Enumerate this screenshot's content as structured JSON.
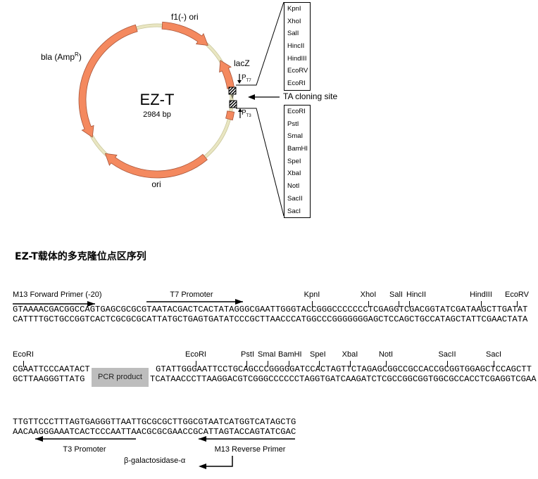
{
  "plasmid": {
    "name": "EZ-T",
    "size": "2984 bp",
    "features": {
      "f1_ori": "f1(-) ori",
      "bla": "bla (Amp",
      "bla_sup": "R",
      "bla_close": ")",
      "lacz": "lacZ",
      "ori": "ori"
    },
    "promoters": {
      "p": "P",
      "t7": "T7",
      "t3": "T3"
    },
    "ta_site": "TA cloning site",
    "mcs_upper": [
      "KpnI",
      "XhoI",
      "SalI",
      "HincII",
      "HindIII",
      "EcoRV",
      "EcoRI"
    ],
    "mcs_lower": [
      "EcoRI",
      "PstI",
      "SmaI",
      "BamHI",
      "SpeI",
      "XbaI",
      "NotI",
      "SacII",
      "SacI"
    ],
    "colors": {
      "feature": "#f4895f",
      "feature_edge": "#a8553a",
      "backbone": "#e9e6c2"
    }
  },
  "section_title": "EZ-T载体的多克隆位点区序列",
  "rows": [
    {
      "top": "GTAAAACGACGGCCAGTGAGCGCGCGTAATACGACTCACTATAGGGCGAATTGGGTACCGGGCCCCCCCTCGAGGTCGACGGTATCGATAAGCTTGATAT",
      "bottom": "CATTTTGCTGCCGGTCACTCGCGCGCATTATGCTGAGTGATATCCCGCTTAACCCATGGCCCGGGGGGGAGCTCCAGCTGCCATAGCTATTCGAACTATA",
      "sites": [
        "KpnI",
        "XhoI",
        "SalI",
        "HincII",
        "HindIII",
        "EcoRV"
      ],
      "primers": [
        "M13 Forward Primer (-20)",
        "T7 Promoter"
      ]
    },
    {
      "top_left": "CGAATTCCCAATACT",
      "bottom_left": "GCTTAAGGGTTATG",
      "insert": "PCR product",
      "top_right": "GTATTGGGAATTCCTGCAGCCCGGGGGATCCACTAGTTCTAGAGCGGCCGCCACCGCGGTGGAGCTCCAGCTT",
      "bottom_right": "TCATAACCCTTAAGGACGTCGGGCCCCCCTAGGTGATCAAGATCTCGCCGGCGGTGGCGCCACCTCGAGGTCGAA",
      "sites": [
        "EcoRI",
        "EcoRI",
        "PstI",
        "SmaI",
        "BamHI",
        "SpeI",
        "XbaI",
        "NotI",
        "SacII",
        "SacI"
      ]
    },
    {
      "top": "TTGTTCCCTTTAGTGAGGGTTAATTGCGCGCTTGGCGTAATCATGGTCATAGCTG",
      "bottom": "AACAAGGGAAATCACTCCCAATTAACGCGCGAACCGCATTAGTACCAGTATCGAC",
      "primers": [
        "T3 Promoter",
        "M13 Reverse Primer"
      ],
      "orf": "β-galactosidase-α"
    }
  ]
}
